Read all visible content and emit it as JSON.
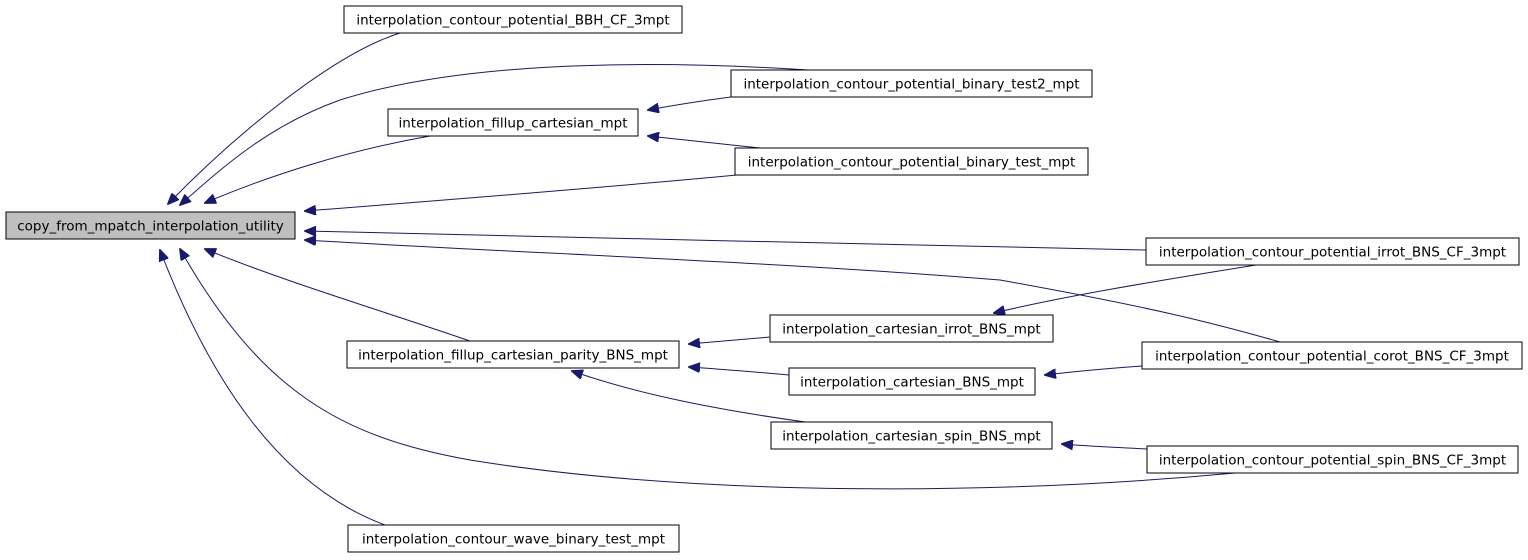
{
  "graph": {
    "edge_color": "#191970",
    "root_fill": "#bfbfbf",
    "node_fill": "#ffffff",
    "nodes": [
      {
        "id": "n0",
        "label": "copy_from_mpatch_interpolation_utility",
        "root": true
      },
      {
        "id": "n1",
        "label": "interpolation_contour_potential_BBH_CF_3mpt"
      },
      {
        "id": "n2",
        "label": "interpolation_contour_potential_binary_test2_mpt"
      },
      {
        "id": "n3",
        "label": "interpolation_fillup_cartesian_mpt"
      },
      {
        "id": "n4",
        "label": "interpolation_contour_potential_binary_test_mpt"
      },
      {
        "id": "n5",
        "label": "interpolation_contour_potential_irrot_BNS_CF_3mpt"
      },
      {
        "id": "n6",
        "label": "interpolation_cartesian_irrot_BNS_mpt"
      },
      {
        "id": "n7",
        "label": "interpolation_fillup_cartesian_parity_BNS_mpt"
      },
      {
        "id": "n8",
        "label": "interpolation_contour_potential_corot_BNS_CF_3mpt"
      },
      {
        "id": "n9",
        "label": "interpolation_cartesian_BNS_mpt"
      },
      {
        "id": "n10",
        "label": "interpolation_cartesian_spin_BNS_mpt"
      },
      {
        "id": "n11",
        "label": "interpolation_contour_potential_spin_BNS_CF_3mpt"
      },
      {
        "id": "n12",
        "label": "interpolation_contour_wave_binary_test_mpt"
      }
    ],
    "edges": [
      {
        "from": "n1",
        "to": "n0"
      },
      {
        "from": "n2",
        "to": "n0"
      },
      {
        "from": "n3",
        "to": "n0"
      },
      {
        "from": "n4",
        "to": "n0"
      },
      {
        "from": "n5",
        "to": "n0"
      },
      {
        "from": "n8",
        "to": "n0"
      },
      {
        "from": "n7",
        "to": "n0"
      },
      {
        "from": "n11",
        "to": "n0"
      },
      {
        "from": "n12",
        "to": "n0"
      },
      {
        "from": "n2",
        "to": "n3"
      },
      {
        "from": "n4",
        "to": "n3"
      },
      {
        "from": "n5",
        "to": "n6"
      },
      {
        "from": "n6",
        "to": "n7"
      },
      {
        "from": "n9",
        "to": "n7"
      },
      {
        "from": "n10",
        "to": "n7"
      },
      {
        "from": "n8",
        "to": "n9"
      },
      {
        "from": "n11",
        "to": "n10"
      }
    ]
  }
}
